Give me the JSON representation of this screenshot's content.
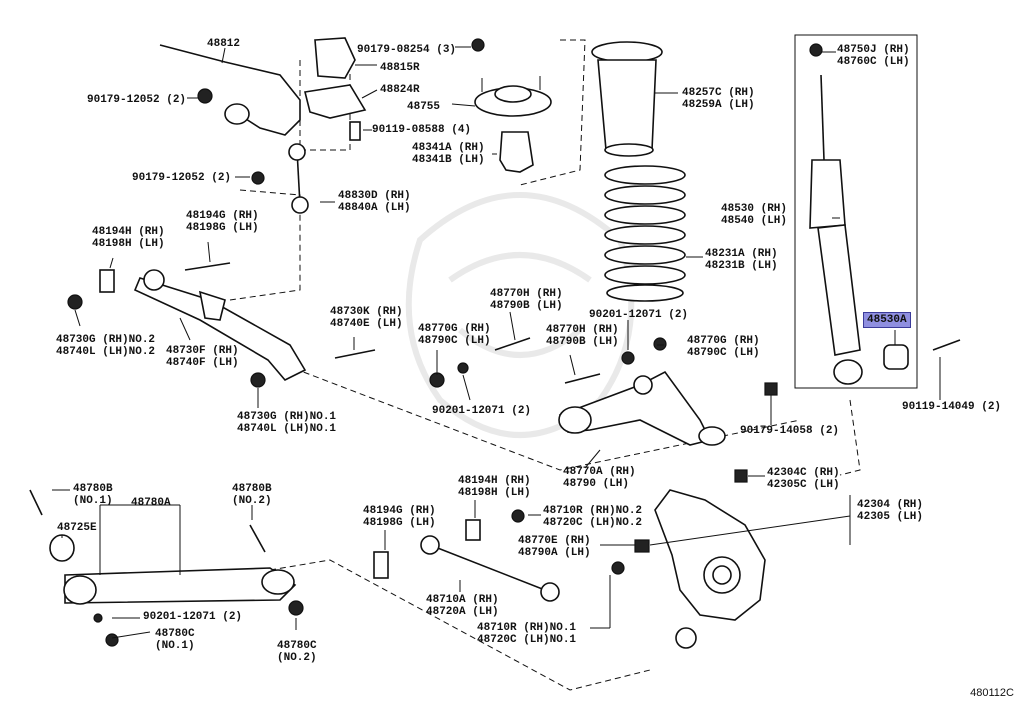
{
  "labels": [
    {
      "id": "48812",
      "lines": [
        "48812"
      ]
    },
    {
      "id": "90179-08254",
      "lines": [
        "90179-08254 (3)"
      ]
    },
    {
      "id": "48815R",
      "lines": [
        "48815R"
      ]
    },
    {
      "id": "48824R",
      "lines": [
        "48824R"
      ]
    },
    {
      "id": "90179-12052a",
      "lines": [
        "90179-12052 (2)"
      ]
    },
    {
      "id": "48755",
      "lines": [
        "48755"
      ]
    },
    {
      "id": "90119-08588",
      "lines": [
        "90119-08588 (4)"
      ]
    },
    {
      "id": "48341",
      "lines": [
        "48341A (RH)",
        "48341B (LH)"
      ]
    },
    {
      "id": "90179-12052b",
      "lines": [
        "90179-12052 (2)"
      ]
    },
    {
      "id": "48830",
      "lines": [
        "48830D (RH)",
        "48840A (LH)"
      ]
    },
    {
      "id": "48194H-a",
      "lines": [
        "48194H (RH)",
        "48198H (LH)"
      ]
    },
    {
      "id": "48194G-a",
      "lines": [
        "48194G (RH)",
        "48198G (LH)"
      ]
    },
    {
      "id": "48257",
      "lines": [
        "48257C (RH)",
        "48259A (LH)"
      ]
    },
    {
      "id": "48231",
      "lines": [
        "48231A (RH)",
        "48231B (LH)"
      ]
    },
    {
      "id": "48750",
      "lines": [
        "48750J (RH)",
        "48760C (LH)"
      ]
    },
    {
      "id": "48530",
      "lines": [
        "48530 (RH)",
        "48540 (LH)"
      ]
    },
    {
      "id": "48530A",
      "lines": [
        "48530A"
      ]
    },
    {
      "id": "48730G-2",
      "lines": [
        "48730G (RH)NO.2",
        "48740L (LH)NO.2"
      ]
    },
    {
      "id": "48730F",
      "lines": [
        "48730F (RH)",
        "48740F (LH)"
      ]
    },
    {
      "id": "48730K",
      "lines": [
        "48730K (RH)",
        "48740E (LH)"
      ]
    },
    {
      "id": "48770G-a",
      "lines": [
        "48770G (RH)",
        "48790C (LH)"
      ]
    },
    {
      "id": "48770H-a",
      "lines": [
        "48770H (RH)",
        "48790B (LH)"
      ]
    },
    {
      "id": "90201-12071a",
      "lines": [
        "90201-12071 (2)"
      ]
    },
    {
      "id": "48770H-b",
      "lines": [
        "48770H (RH)",
        "48790B (LH)"
      ]
    },
    {
      "id": "48770G-b",
      "lines": [
        "48770G (RH)",
        "48790C (LH)"
      ]
    },
    {
      "id": "48730G-1",
      "lines": [
        "48730G (RH)NO.1",
        "48740L (LH)NO.1"
      ]
    },
    {
      "id": "90201-12071b",
      "lines": [
        "90201-12071 (2)"
      ]
    },
    {
      "id": "90179-14058",
      "lines": [
        "90179-14058 (2)"
      ]
    },
    {
      "id": "90119-14049",
      "lines": [
        "90119-14049 (2)"
      ]
    },
    {
      "id": "48770A",
      "lines": [
        "48770A (RH)",
        "48790 (LH)"
      ]
    },
    {
      "id": "42304C",
      "lines": [
        "42304C (RH)",
        "42305C (LH)"
      ]
    },
    {
      "id": "48780B-1",
      "lines": [
        "48780B",
        "(NO.1)"
      ]
    },
    {
      "id": "48780A",
      "lines": [
        "48780A"
      ]
    },
    {
      "id": "48780B-2",
      "lines": [
        "48780B",
        "(NO.2)"
      ]
    },
    {
      "id": "48194H-b",
      "lines": [
        "48194H (RH)",
        "48198H (LH)"
      ]
    },
    {
      "id": "48725E",
      "lines": [
        "48725E"
      ]
    },
    {
      "id": "48194G-b",
      "lines": [
        "48194G (RH)",
        "48198G (LH)"
      ]
    },
    {
      "id": "48710R-2",
      "lines": [
        "48710R (RH)NO.2",
        "48720C (LH)NO.2"
      ]
    },
    {
      "id": "42304",
      "lines": [
        "42304 (RH)",
        "42305 (LH)"
      ]
    },
    {
      "id": "48770E",
      "lines": [
        "48770E (RH)",
        "48790A (LH)"
      ]
    },
    {
      "id": "90201-12071c",
      "lines": [
        "90201-12071 (2)"
      ]
    },
    {
      "id": "48710A",
      "lines": [
        "48710A (RH)",
        "48720A (LH)"
      ]
    },
    {
      "id": "48780C-1",
      "lines": [
        "48780C",
        "(NO.1)"
      ]
    },
    {
      "id": "48780C-2",
      "lines": [
        "48780C",
        "(NO.2)"
      ]
    },
    {
      "id": "48710R-1",
      "lines": [
        "48710R (RH)NO.1",
        "48720C (LH)NO.1"
      ]
    }
  ],
  "diagram_code": "480112C"
}
